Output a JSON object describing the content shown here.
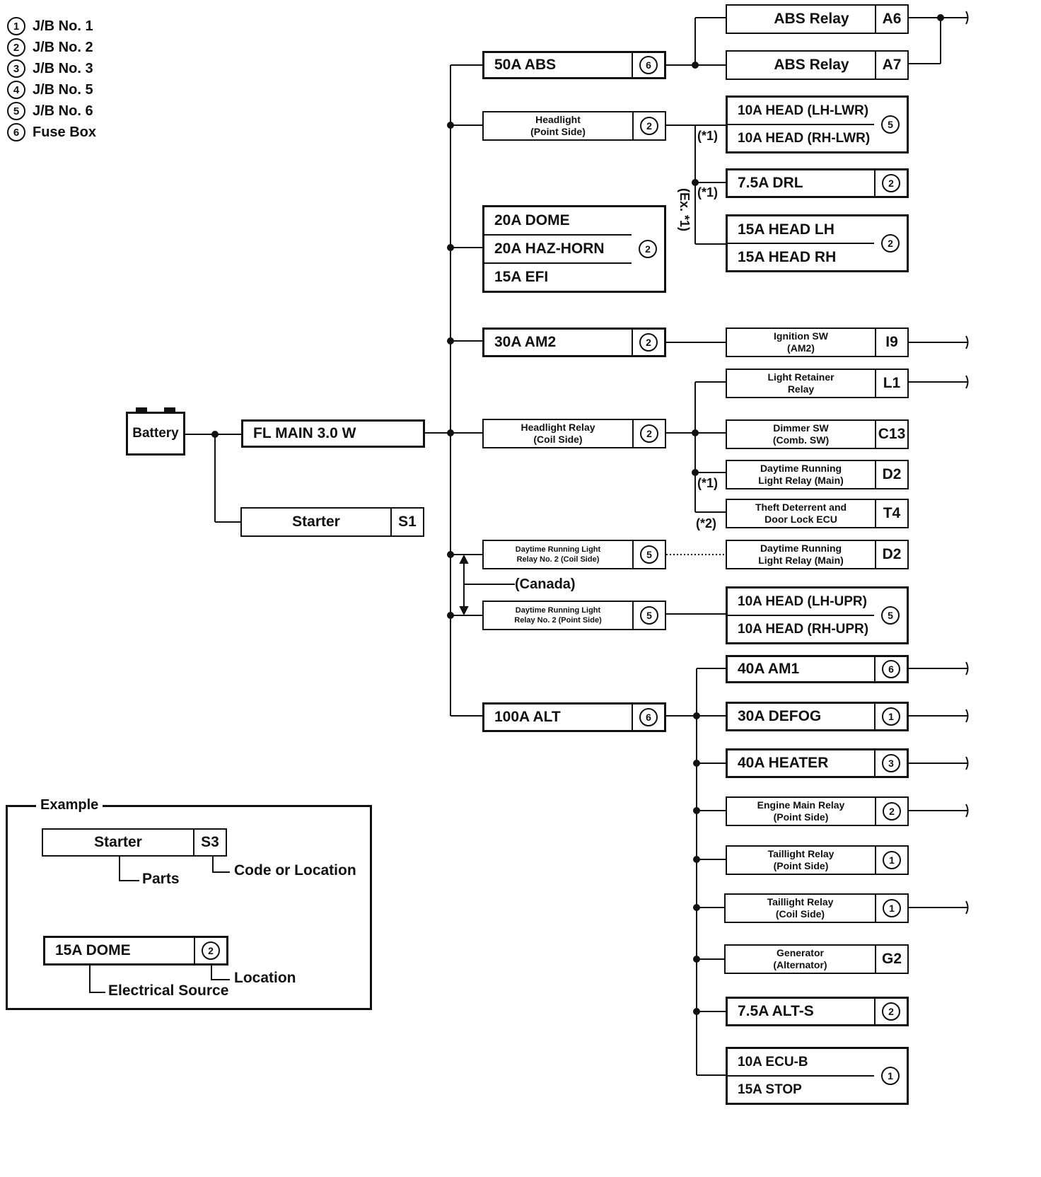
{
  "legend": [
    {
      "num": "1",
      "label": "J/B No. 1"
    },
    {
      "num": "2",
      "label": "J/B No. 2"
    },
    {
      "num": "3",
      "label": "J/B No. 3"
    },
    {
      "num": "4",
      "label": "J/B No. 5"
    },
    {
      "num": "5",
      "label": "J/B No. 6"
    },
    {
      "num": "6",
      "label": "Fuse Box"
    }
  ],
  "source": {
    "battery": "Battery",
    "fl_main": "FL MAIN 3.0 W",
    "starter": {
      "name": "Starter",
      "code": "S1"
    }
  },
  "branch": {
    "abs50": {
      "name": "50A ABS",
      "loc": "6"
    },
    "headlight_point": {
      "line1": "Headlight",
      "line2": "(Point Side)",
      "loc": "2"
    },
    "dome_group": {
      "rows": [
        "20A DOME",
        "20A HAZ-HORN",
        "15A EFI"
      ],
      "loc": "2"
    },
    "am2": {
      "name": "30A AM2",
      "loc": "2"
    },
    "headlight_relay_coil": {
      "line1": "Headlight Relay",
      "line2": "(Coil Side)",
      "loc": "2"
    },
    "drl2_coil": {
      "line1": "Daytime Running Light",
      "line2": "Relay No. 2 (Coil Side)",
      "loc": "5"
    },
    "drl2_point": {
      "line1": "Daytime Running Light",
      "line2": "Relay No. 2 (Point Side)",
      "loc": "5"
    },
    "alt100": {
      "name": "100A ALT",
      "loc": "6"
    }
  },
  "canada": "(Canada)",
  "loads": {
    "abs_relay_a6": {
      "name": "ABS Relay",
      "code": "A6"
    },
    "abs_relay_a7": {
      "name": "ABS Relay",
      "code": "A7"
    },
    "head_lwr": {
      "rows": [
        "10A HEAD (LH-LWR)",
        "10A HEAD (RH-LWR)"
      ],
      "loc": "5"
    },
    "drl": {
      "name": "7.5A DRL",
      "loc": "2"
    },
    "head_lhrh": {
      "rows": [
        "15A HEAD LH",
        "15A HEAD RH"
      ],
      "loc": "2"
    },
    "ignition": {
      "line1": "Ignition SW",
      "line2": "(AM2)",
      "code": "I9"
    },
    "light_retainer": {
      "line1": "Light Retainer",
      "line2": "Relay",
      "code": "L1"
    },
    "dimmer": {
      "line1": "Dimmer SW",
      "line2": "(Comb. SW)",
      "code": "C13"
    },
    "drl_main1": {
      "line1": "Daytime Running",
      "line2": "Light Relay (Main)",
      "code": "D2"
    },
    "theft": {
      "line1": "Theft Deterrent and",
      "line2": "Door Lock ECU",
      "code": "T4"
    },
    "drl_main2": {
      "line1": "Daytime Running",
      "line2": "Light Relay (Main)",
      "code": "D2"
    },
    "head_upr": {
      "rows": [
        "10A HEAD (LH-UPR)",
        "10A HEAD (RH-UPR)"
      ],
      "loc": "5"
    },
    "am1": {
      "name": "40A AM1",
      "loc": "6"
    },
    "defog": {
      "name": "30A DEFOG",
      "loc": "1"
    },
    "heater": {
      "name": "40A HEATER",
      "loc": "3"
    },
    "engine_main": {
      "line1": "Engine Main Relay",
      "line2": "(Point Side)",
      "loc": "2"
    },
    "taillight_point": {
      "line1": "Taillight Relay",
      "line2": "(Point Side)",
      "loc": "1"
    },
    "taillight_coil": {
      "line1": "Taillight Relay",
      "line2": "(Coil Side)",
      "loc": "1"
    },
    "generator": {
      "line1": "Generator",
      "line2": "(Alternator)",
      "code": "G2"
    },
    "alts": {
      "name": "7.5A ALT-S",
      "loc": "2"
    },
    "ecu_stop": {
      "rows": [
        "10A ECU-B",
        "15A STOP"
      ],
      "loc": "1"
    }
  },
  "notes": {
    "star1": "(*1)",
    "star2": "(*2)",
    "ex_star1": "(Ex. *1)"
  },
  "example": {
    "title": "Example",
    "part": {
      "name": "Starter",
      "code": "S3"
    },
    "parts_label": "Parts",
    "code_label": "Code or Location",
    "source": {
      "name": "15A DOME",
      "loc": "2"
    },
    "source_label": "Electrical Source",
    "location_label": "Location"
  }
}
